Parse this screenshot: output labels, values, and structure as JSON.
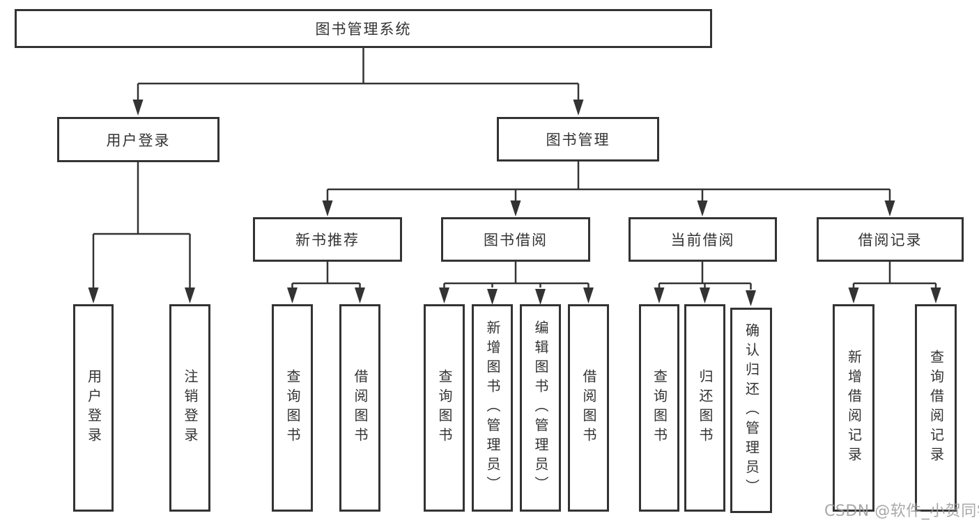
{
  "diagram": {
    "title": "图书管理系统",
    "root": "图书管理系统",
    "branches": {
      "user_login": "用户登录",
      "book_management": "图书管理"
    },
    "modules": {
      "new_book_recommend": "新书推荐",
      "book_borrowing": "图书借阅",
      "current_borrowing": "当前借阅",
      "borrowing_records": "借阅记录"
    },
    "functions": {
      "user_login": "用户登录",
      "logout": "注销登录",
      "query_books_recommend": "查询图书",
      "borrow_books_recommend": "借阅图书",
      "query_books_borrowing": "查询图书",
      "add_books_admin": "新增图书（管理员）",
      "edit_books_admin": "编辑图书（管理员）",
      "borrow_books_borrowing": "借阅图书",
      "query_books_current": "查询图书",
      "return_books": "归还图书",
      "confirm_return_admin": "确认归还（管理员）",
      "add_borrow_record": "新增借阅记录",
      "query_borrow_record": "查询借阅记录"
    }
  },
  "watermark": "CSDN @软件_小贺同学",
  "colors": {
    "line": "#333333",
    "text": "#333333",
    "background": "#ffffff",
    "watermark": "#9a9a9a"
  }
}
